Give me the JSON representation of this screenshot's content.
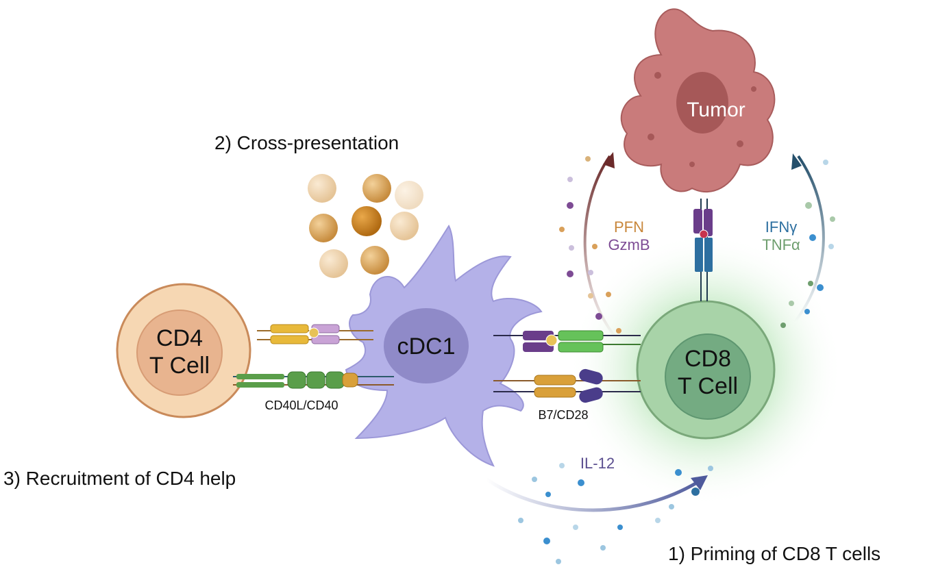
{
  "labels": {
    "cross_presentation": "2) Cross-presentation",
    "recruitment": "3) Recruitment of CD4 help",
    "priming": "1) Priming of CD8 T cells",
    "tumor": "Tumor",
    "cd4_line1": "CD4",
    "cd4_line2": "T Cell",
    "cdc1": "cDC1",
    "cd8_line1": "CD8",
    "cd8_line2": "T Cell",
    "cd40": "CD40L/CD40",
    "b7": "B7/CD28",
    "il12": "IL-12",
    "pfn": "PFN",
    "gzmb": "GzmB",
    "ifng": "IFNγ",
    "tnfa": "TNFα"
  },
  "colors": {
    "cd4_cell": "#f6d7b3",
    "cdc1_cell": "#b4b1e8",
    "cd8_cell": "#a8d3a8",
    "tumor": "#c97b7b",
    "pfn": "#c8863a",
    "gzmb": "#7d4b94",
    "ifng": "#2d6fa0",
    "tnfa": "#6e9e6e",
    "il12": "#5a4e8f"
  }
}
